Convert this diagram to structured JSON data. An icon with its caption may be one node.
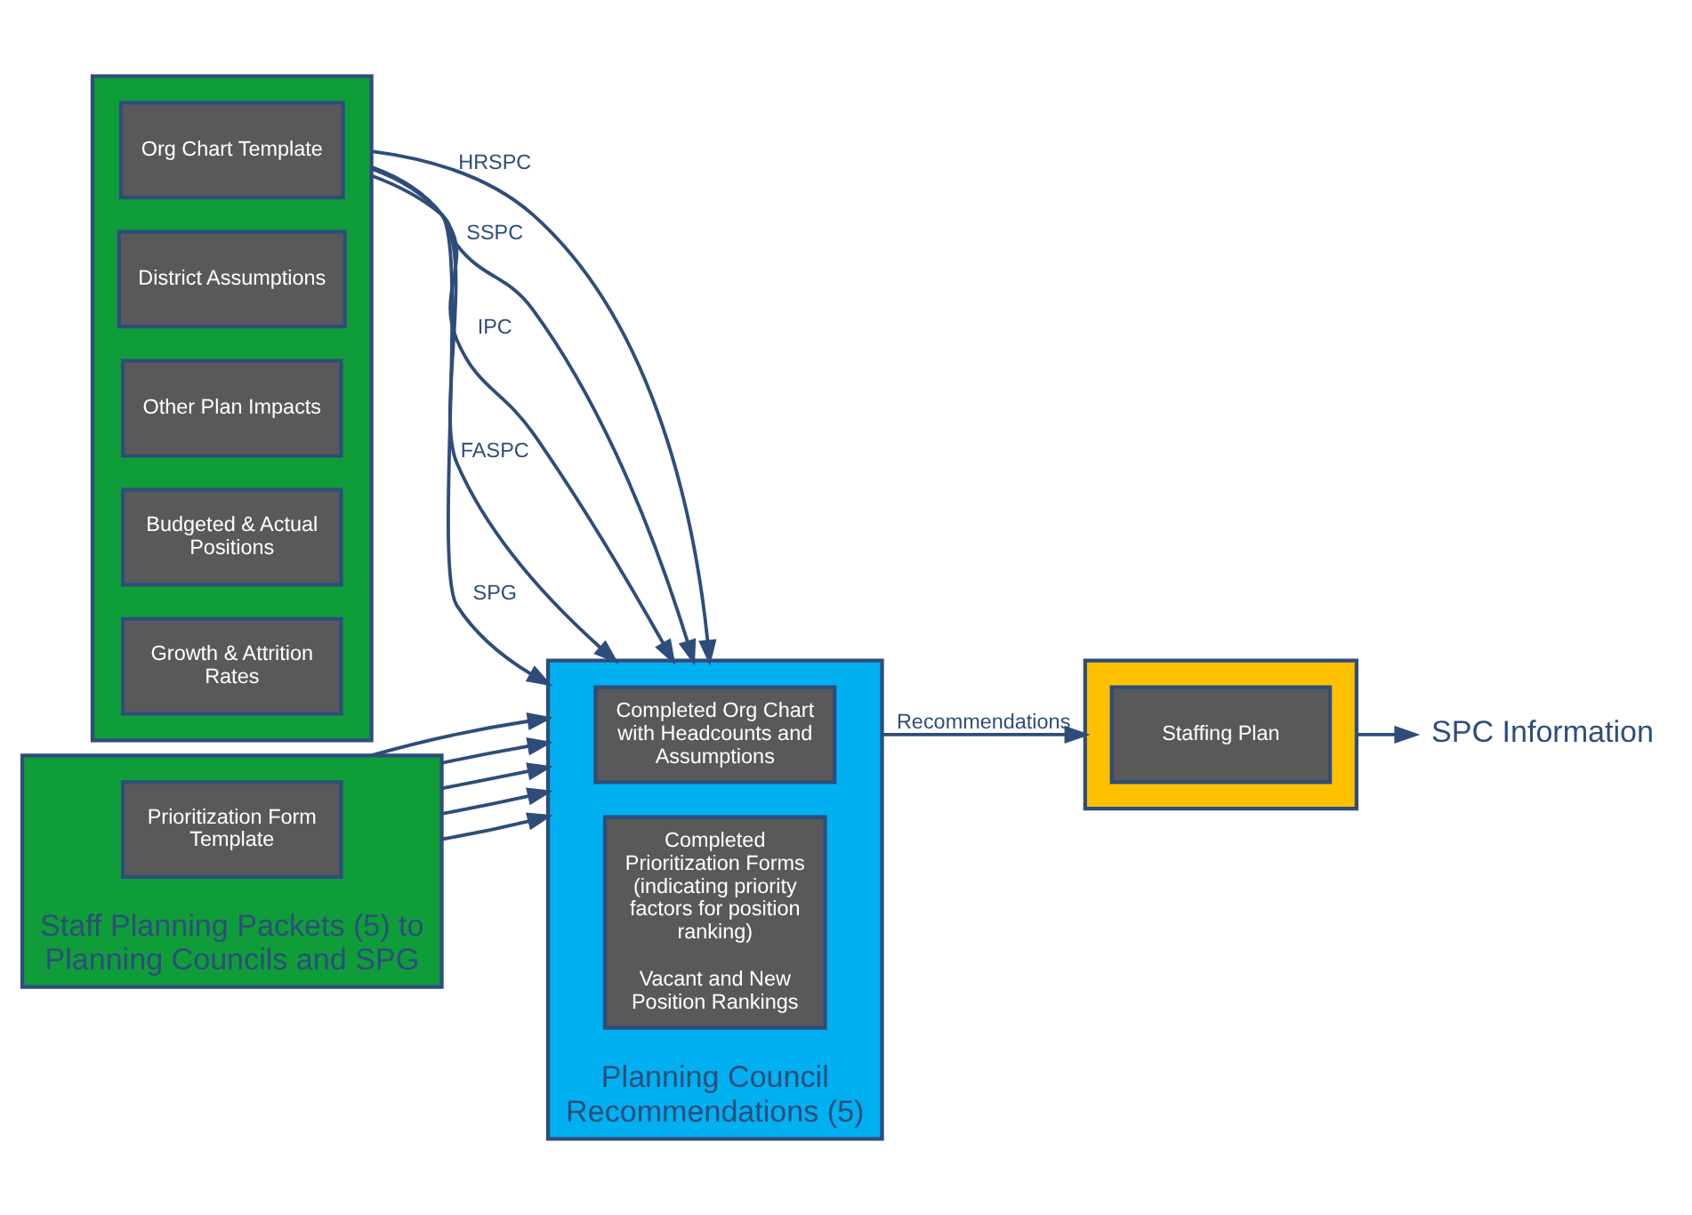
{
  "diagram": {
    "nodes": [
      {
        "text": [],
        "shape": "box"
      },
      {
        "text": [
          "Org Chart Template"
        ],
        "in": 0
      },
      {
        "text": [
          "District Assumptions"
        ],
        "in": 0
      },
      {
        "text": [
          "Other Plan Impacts"
        ],
        "in": 0
      },
      {
        "text": [
          "Budgeted & Actual Positions"
        ],
        "in": 0
      },
      {
        "text": [
          "Growth & Attrition Rates"
        ],
        "in": 0
      },
      {
        "text": [
          "Staff Planning Packets (5) to Planning Councils and SPG"
        ]
      },
      {
        "text": [
          "Prioritization Form Template"
        ],
        "in": 6
      },
      {
        "text": [
          "Planning Council Recommendations (5)"
        ]
      },
      {
        "text": [
          "Completed Org Chart with Headcounts and Assumptions"
        ],
        "in": 8
      },
      {
        "text": [
          "Completed Prioritization Forms (indicating priority factors for position ranking)",
          "Vacant and New Position Rankings"
        ],
        "in": 8
      },
      {
        "text": [],
        "shape": "box"
      },
      {
        "text": [
          "Staffing Plan"
        ],
        "in": 11
      },
      {
        "text": [
          "SPC Information"
        ]
      }
    ],
    "edges": [
      {
        "from": 0,
        "to": 8,
        "arrow": "to",
        "label": "HRSPC"
      },
      {
        "from": 0,
        "to": 8,
        "arrow": "to",
        "label": "SSPC"
      },
      {
        "from": 0,
        "to": 8,
        "arrow": "to",
        "label": "IPC"
      },
      {
        "from": 0,
        "to": 8,
        "arrow": "to",
        "label": "FASPC"
      },
      {
        "from": 0,
        "to": 8,
        "arrow": "to",
        "label": "SPG"
      },
      {
        "from": 6,
        "to": 8,
        "arrow": "to"
      },
      {
        "from": 6,
        "to": 8,
        "arrow": "to"
      },
      {
        "from": 6,
        "to": 8,
        "arrow": "to"
      },
      {
        "from": 6,
        "to": 8,
        "arrow": "to"
      },
      {
        "from": 6,
        "to": 8,
        "arrow": "to"
      },
      {
        "from": 8,
        "to": 11,
        "arrow": "to",
        "label": "Recommendations"
      },
      {
        "from": 11,
        "to": 13,
        "arrow": "to"
      }
    ]
  }
}
